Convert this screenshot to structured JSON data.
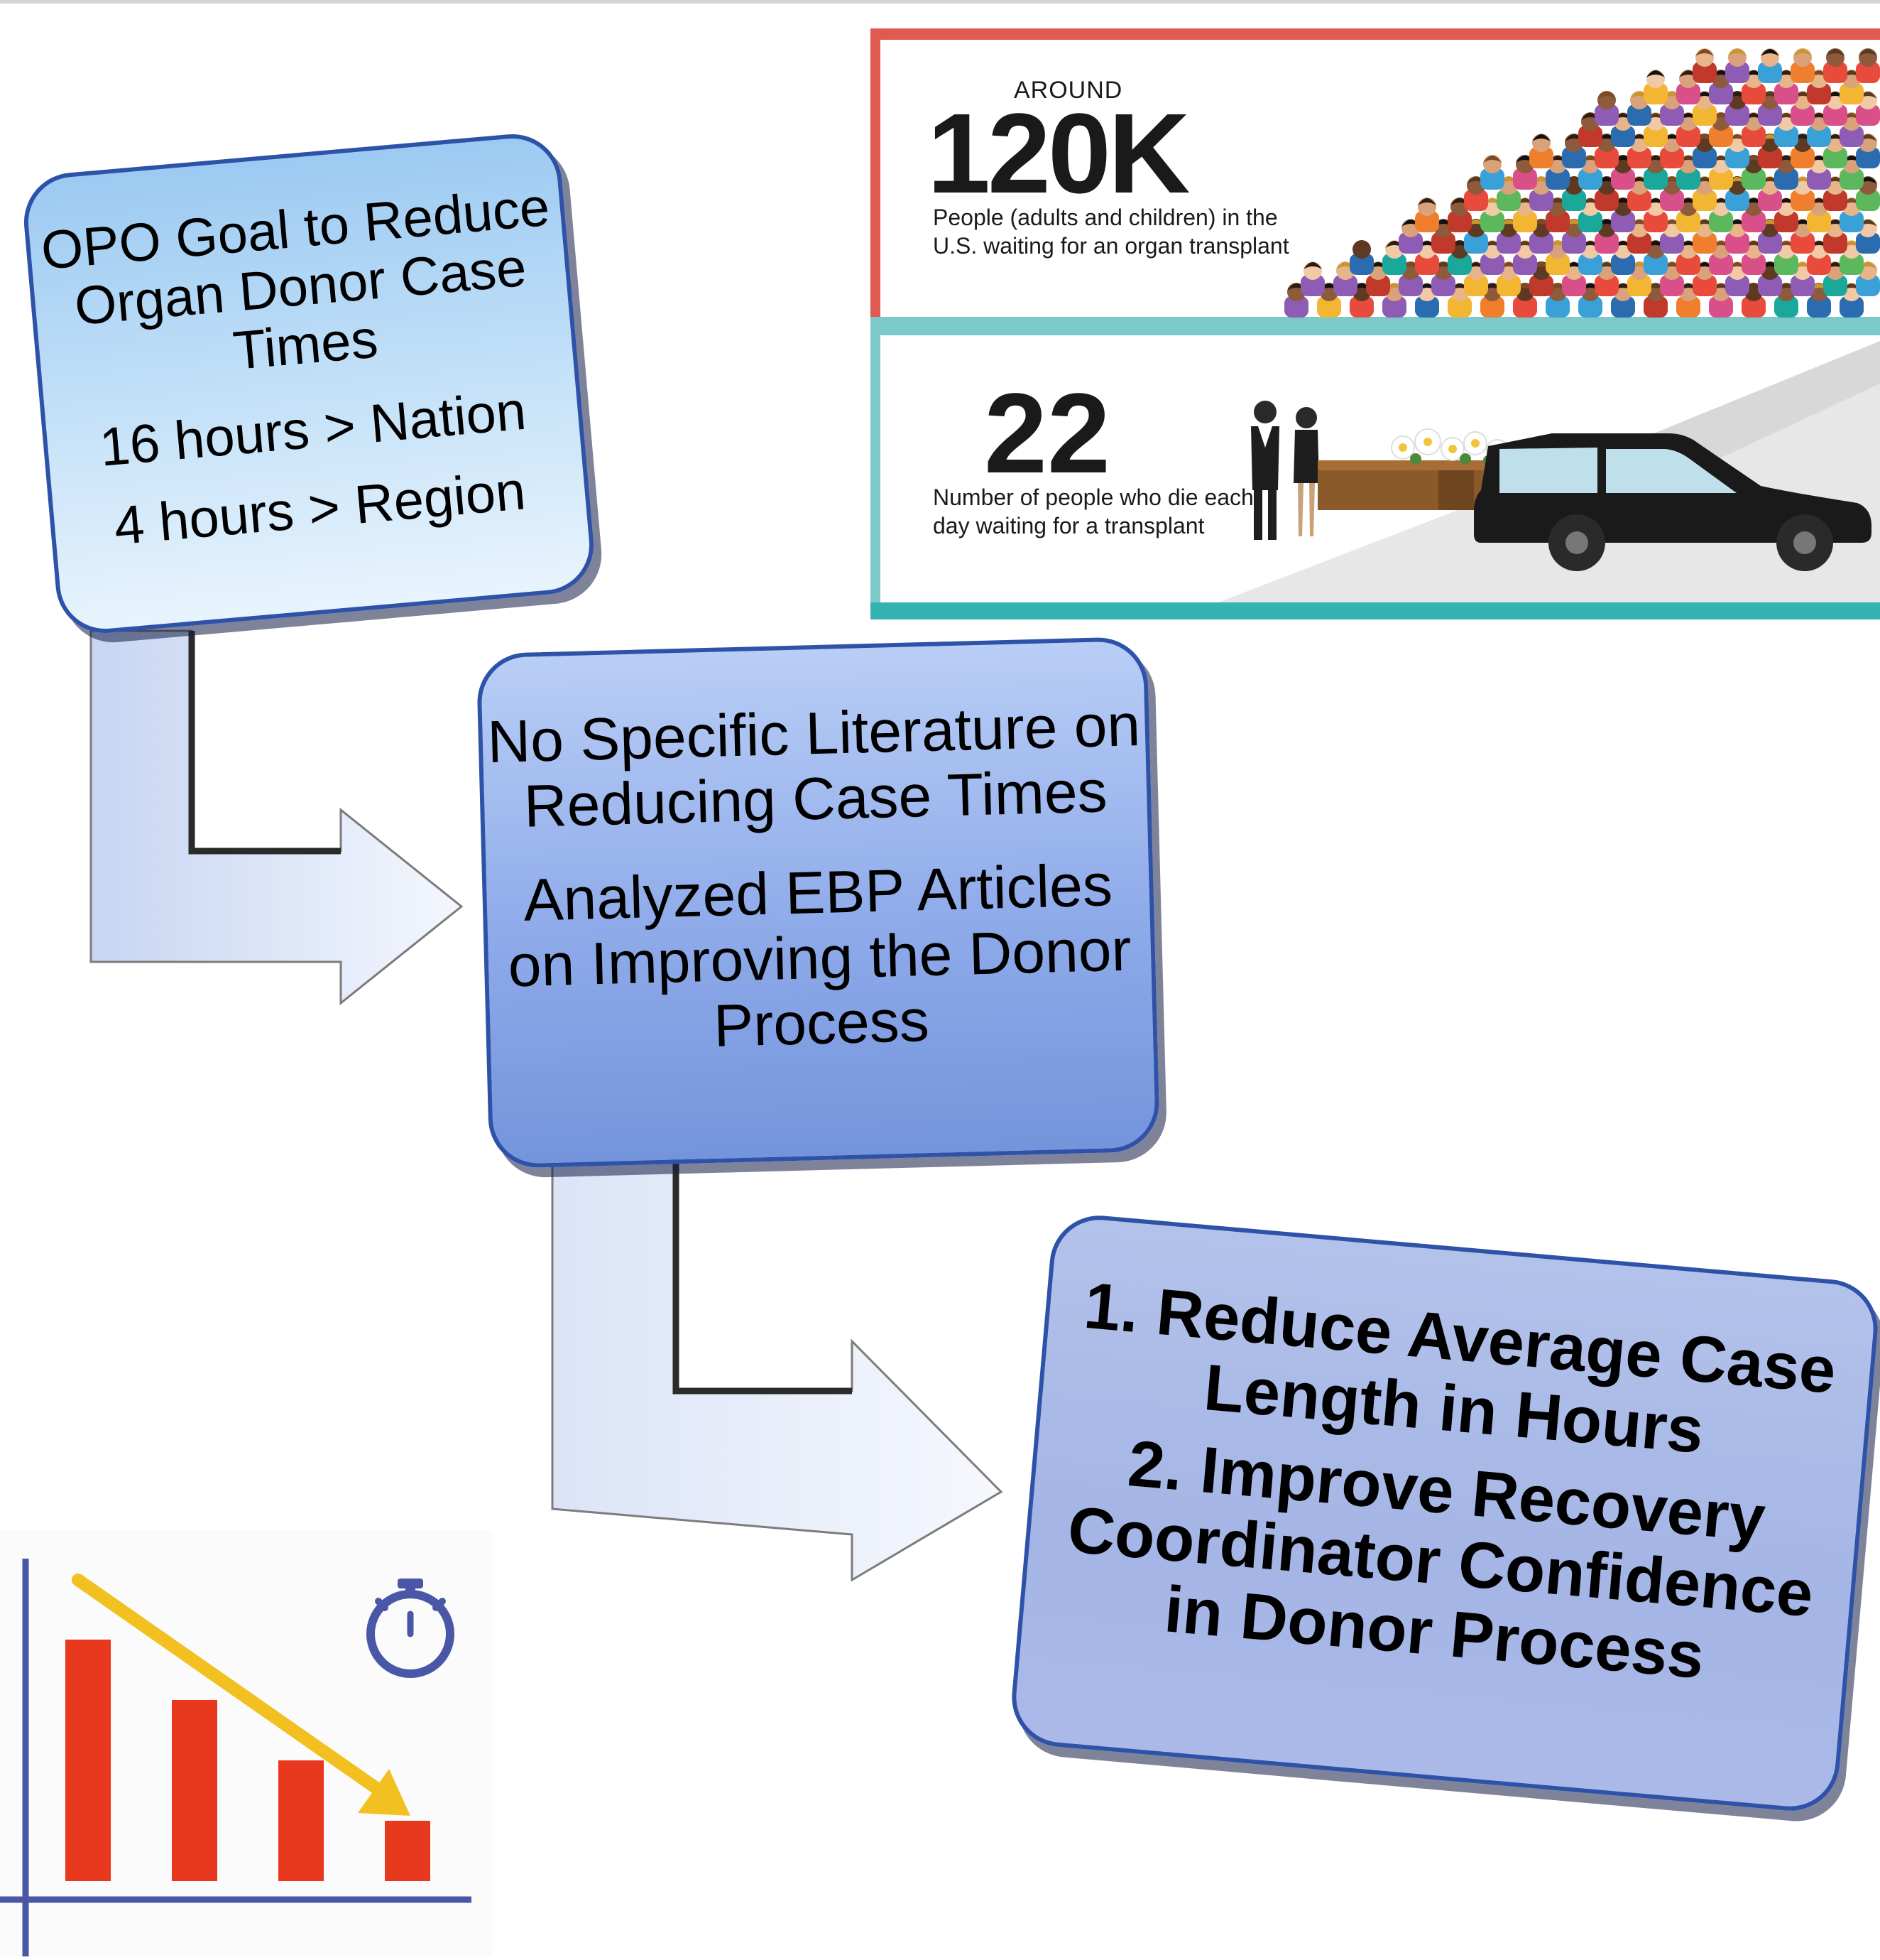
{
  "flow": {
    "box1": {
      "title": "OPO Goal to Reduce Organ Donor Case Times",
      "line1": "16 hours > Nation",
      "line2": "4 hours > Region"
    },
    "box2": {
      "line1": "No Specific Literature on Reducing Case Times",
      "line2": "Analyzed EBP Articles on Improving the Donor Process"
    },
    "box3": {
      "line1": "1. Reduce Average Case Length in Hours",
      "line2": "2. Improve Recovery Coordinator Confidence in Donor Process"
    }
  },
  "infographic": {
    "top": {
      "prefix": "AROUND",
      "value": "120K",
      "description": "People (adults and children) in the U.S. waiting for an organ transplant"
    },
    "bottom": {
      "value": "22",
      "description": "Number of people who die each day waiting for a transplant"
    },
    "colors": {
      "top_border": "#e05a4f",
      "divider": "#7cc9c9",
      "bottom_border": "#35b3b3"
    }
  },
  "icons": {
    "crowd": "crowd-icon",
    "funeral": "funeral-scene-icon",
    "hearse": "hearse-icon",
    "chart": "declining-bar-chart-icon",
    "stopwatch": "stopwatch-icon"
  },
  "chart_icon": {
    "bar_values": [
      4,
      3,
      2,
      1
    ],
    "colors": {
      "bars": "#e8381e",
      "trend_arrow": "#f2c021",
      "axes": "#4a57a6"
    }
  }
}
